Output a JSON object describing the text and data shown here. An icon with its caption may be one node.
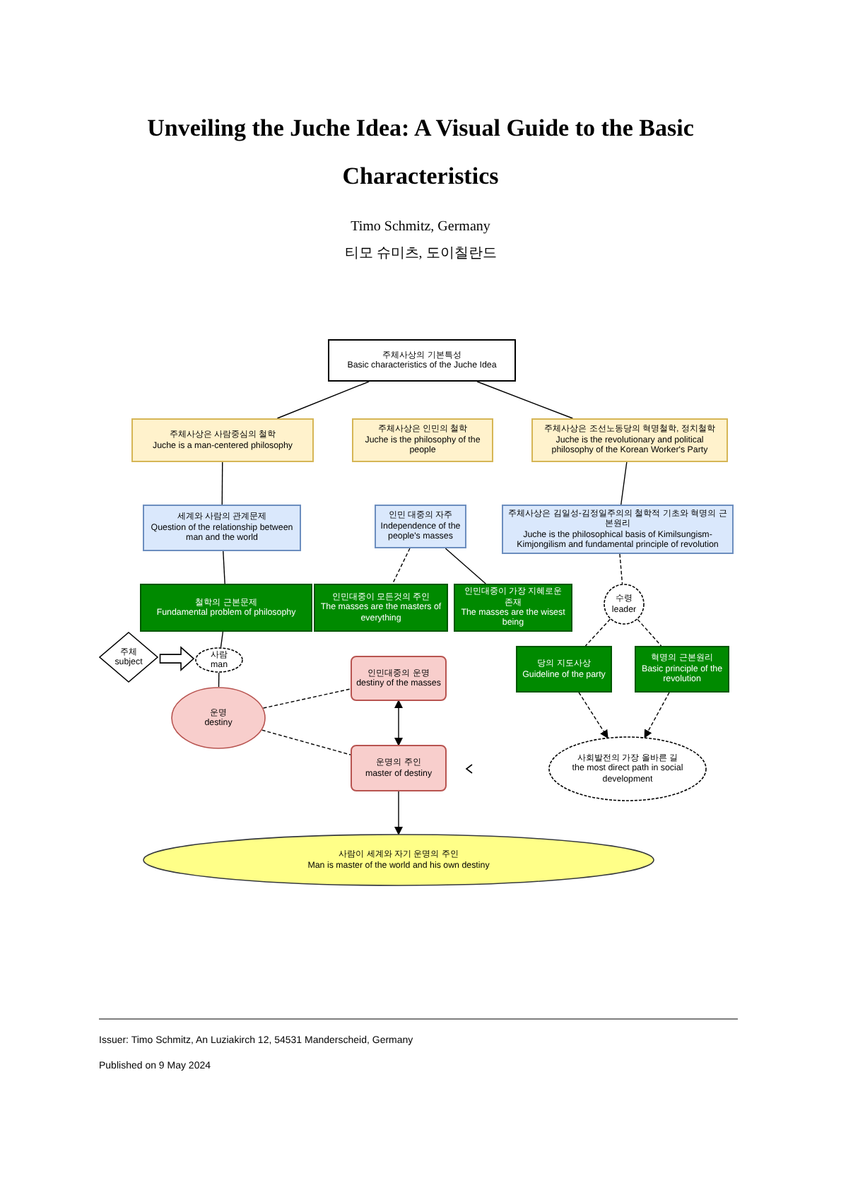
{
  "diagram": {
    "title": "Unveiling the Juche Idea: A Visual Guide to the Basic Characteristics",
    "nodes": [
      {
        "text": [
          "주체사상의 기본특성",
          "Basic characteristics of the Juche Idea"
        ]
      },
      {
        "text": [
          "주체사상은 사람중심의 철학",
          "Juche is a man-centered philosophy"
        ]
      },
      {
        "text": [
          "주체사상은 인민의 철학",
          "Juche is the philosophy of the people"
        ]
      },
      {
        "text": [
          "주체사상은 조선노동당의 혁명철학, 정치철학",
          "Juche is the revolutionary and political philosophy of the Korean Worker's Party"
        ]
      },
      {
        "text": [
          "세계와 사람의 관계문제",
          "Question of the relationship between man and the world"
        ]
      },
      {
        "text": [
          "인민 대중의 자주",
          "Independence of the people's masses"
        ]
      },
      {
        "text": [
          "주체사상은 김일성-김정일주의의 철학적 기초와 혁명의 근본원리",
          "Juche is the philosophical basis of Kimilsungism-Kimjongilism and fundamental principle of revolution"
        ]
      },
      {
        "text": [
          "철학의 근본문제",
          "Fundamental problem of philosophy"
        ]
      },
      {
        "text": [
          "인민대중이 모든것의 주인",
          "The masses are the masters of everything"
        ]
      },
      {
        "text": [
          "인민대중이 가장 지혜로운 존재",
          "The masses are the wisest being"
        ]
      },
      {
        "text": [
          "주체",
          "subject"
        ]
      },
      {
        "text": [
          "사람",
          "man"
        ]
      },
      {
        "text": [
          "운명",
          "destiny"
        ]
      },
      {
        "text": [
          "인민대중의 운명",
          "destiny of the masses"
        ]
      },
      {
        "text": [
          "운명의 주인",
          "master of destiny"
        ]
      },
      {
        "text": [
          "수령",
          "leader"
        ]
      },
      {
        "text": [
          "당의 지도사상",
          "Guideline of the party"
        ]
      },
      {
        "text": [
          "혁명의 근본원리",
          "Basic principle of the revolution"
        ]
      },
      {
        "text": [
          "사회발전의 가장 올바른 길",
          "the most direct path in social development"
        ]
      },
      {
        "text": [
          "사람이 세계와 자기 운명의 주인",
          "Man is master of the world and his own destiny"
        ]
      }
    ],
    "edges": [
      {
        "from": 0,
        "to": 1,
        "arrow": "none"
      },
      {
        "from": 0,
        "to": 3,
        "arrow": "none"
      },
      {
        "from": 1,
        "to": 4,
        "arrow": "none"
      },
      {
        "from": 3,
        "to": 6,
        "arrow": "none"
      },
      {
        "from": 4,
        "to": 7,
        "arrow": "none"
      },
      {
        "from": 5,
        "to": 8,
        "arrow": "none",
        "style": "dashed"
      },
      {
        "from": 5,
        "to": 9,
        "arrow": "none"
      },
      {
        "from": 6,
        "to": 15,
        "arrow": "none",
        "style": "dashed"
      },
      {
        "from": 7,
        "to": 11,
        "arrow": "none"
      },
      {
        "from": 10,
        "to": 11,
        "arrow": "to"
      },
      {
        "from": 11,
        "to": 12,
        "arrow": "none"
      },
      {
        "from": 12,
        "to": 13,
        "arrow": "none",
        "style": "dashed"
      },
      {
        "from": 12,
        "to": 14,
        "arrow": "none",
        "style": "dashed"
      },
      {
        "from": 13,
        "to": 14,
        "arrow": "both"
      },
      {
        "from": 14,
        "to": 19,
        "arrow": "to"
      },
      {
        "from": 15,
        "to": 16,
        "arrow": "none",
        "style": "dashed"
      },
      {
        "from": 15,
        "to": 17,
        "arrow": "none",
        "style": "dashed"
      },
      {
        "from": 16,
        "to": 18,
        "arrow": "to",
        "style": "dashed"
      },
      {
        "from": 17,
        "to": 18,
        "arrow": "to",
        "style": "dashed"
      }
    ],
    "labels": [
      "Timo Schmitz, Germany",
      "티모 슈미츠, 도이칠란드",
      "Issuer: Timo Schmitz, An Luziakirch 12, 54531 Manderscheid, Germany",
      "Published on 9 May 2024"
    ]
  }
}
